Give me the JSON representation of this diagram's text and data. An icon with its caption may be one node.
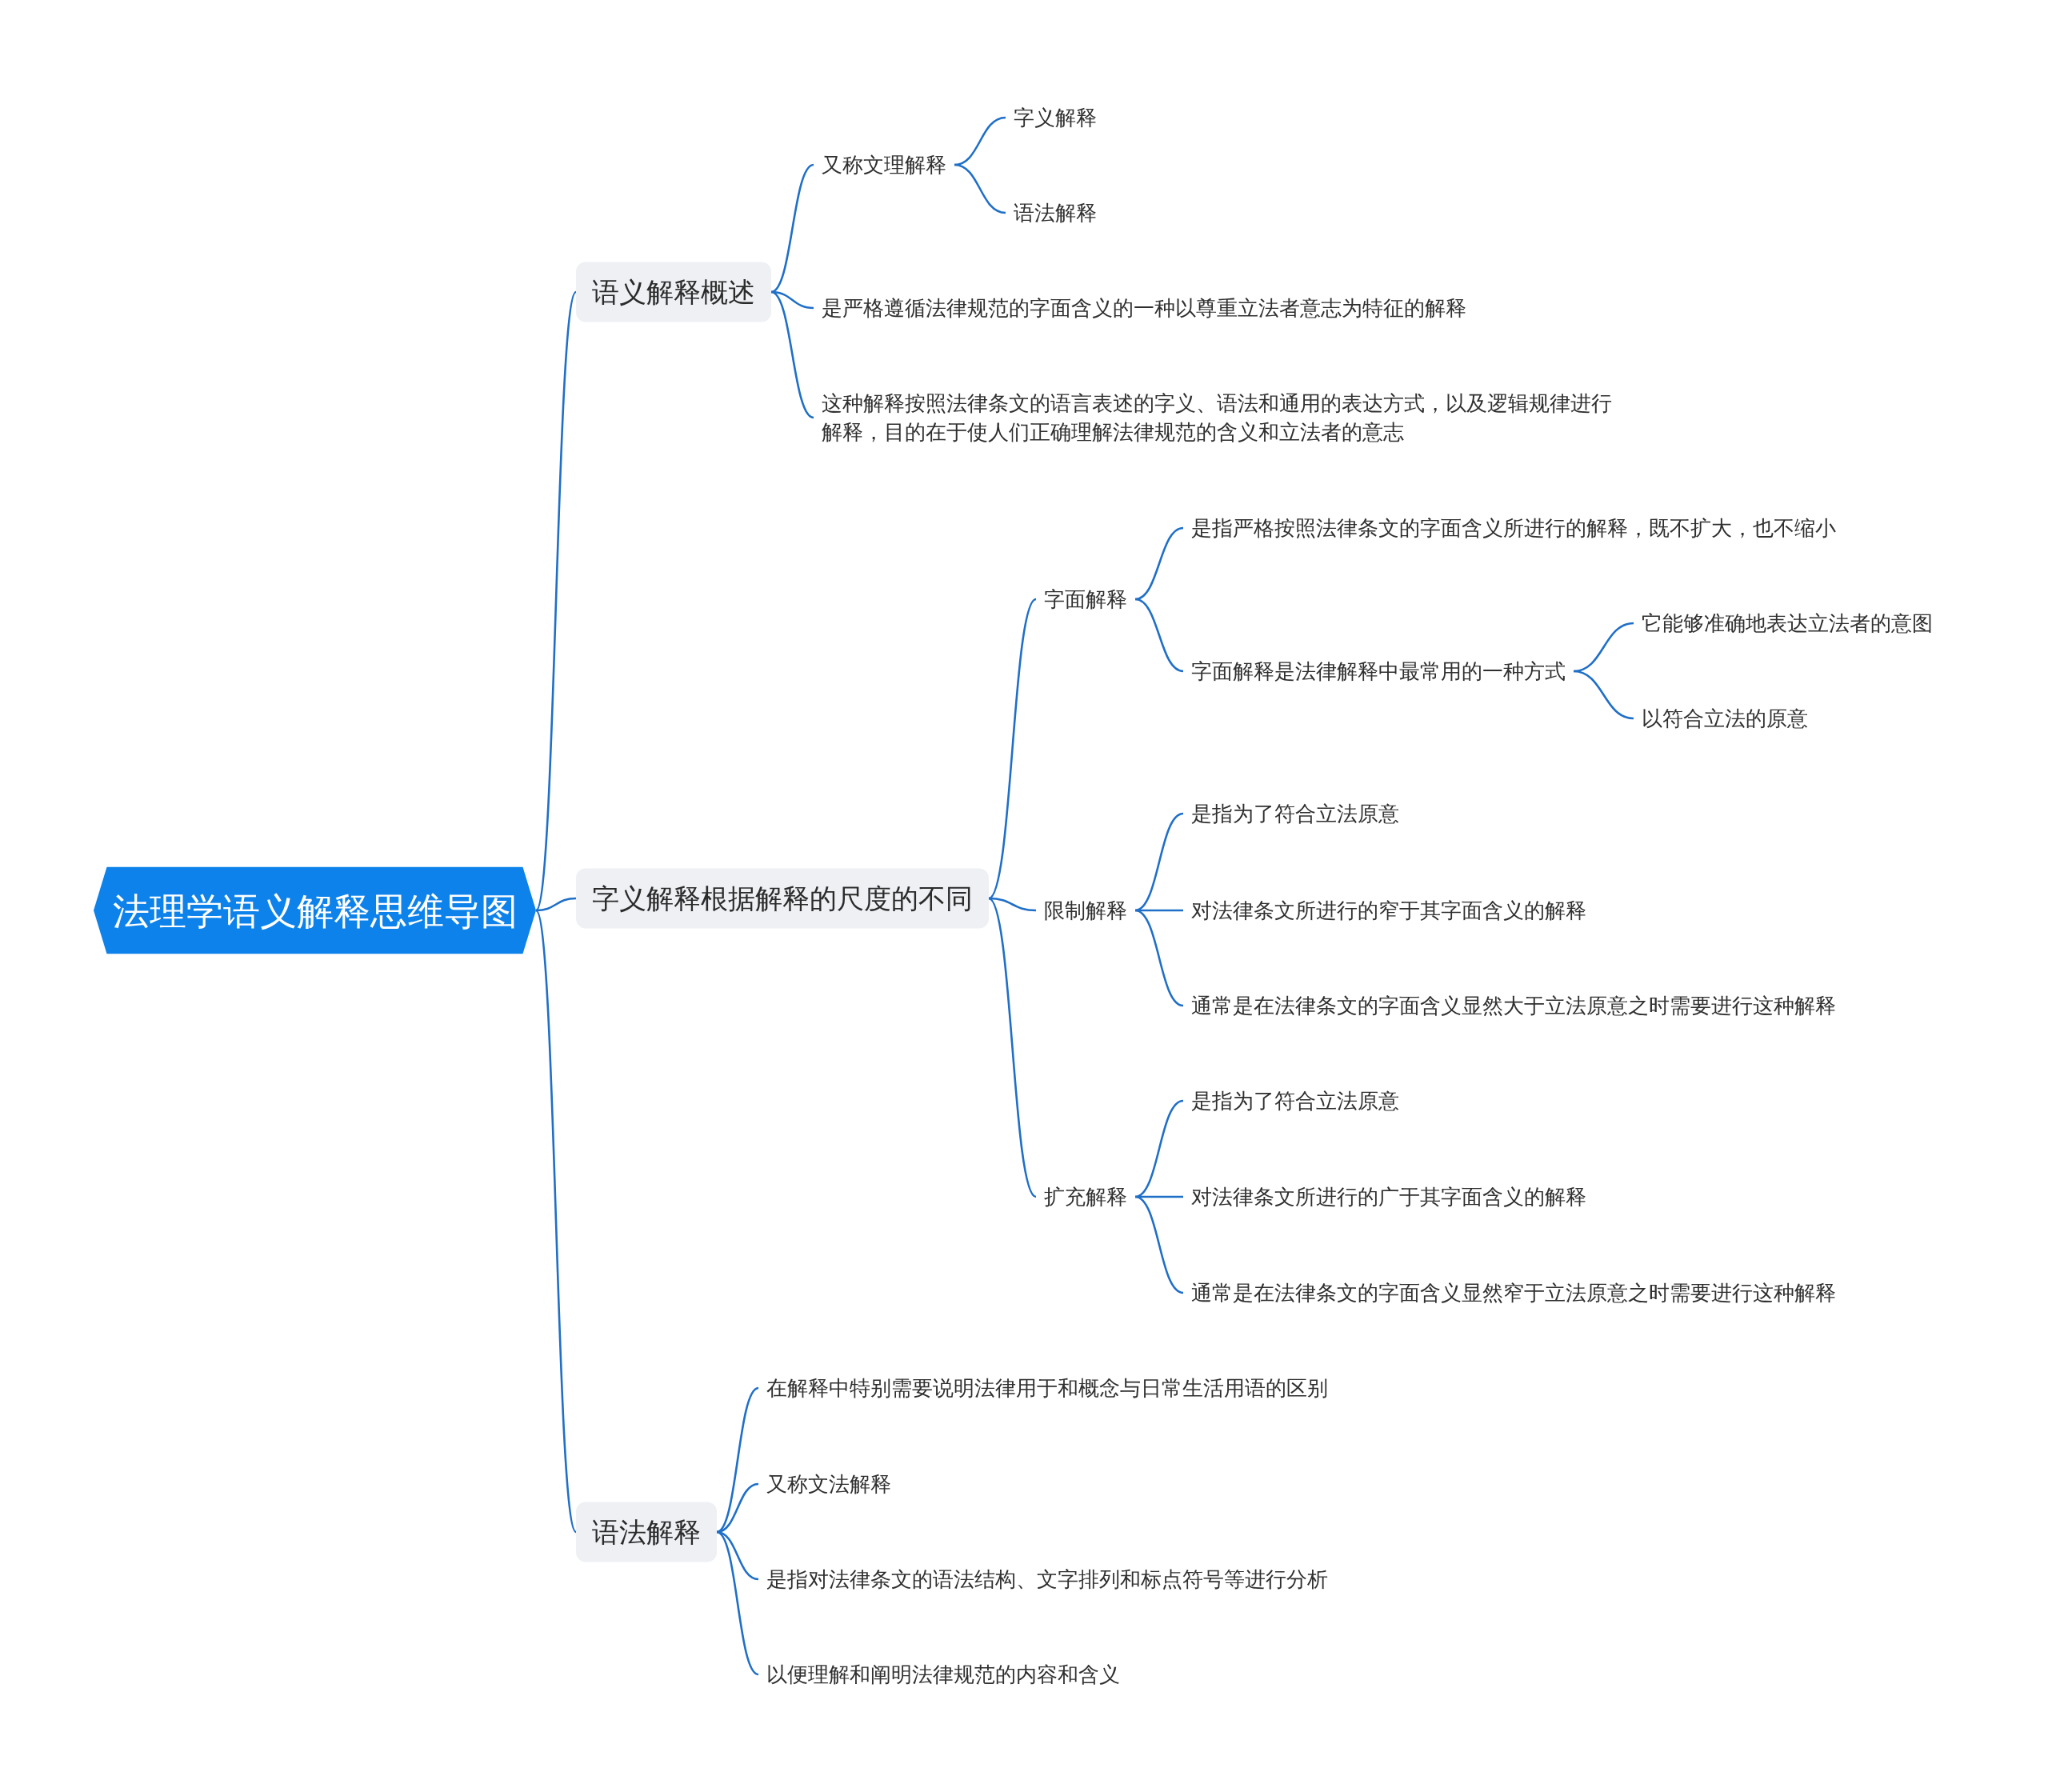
{
  "diagram": {
    "nodes": [
      {
        "text": [
          "法理学语义解释思维导图"
        ]
      },
      {
        "text": [
          "语义解释概述"
        ]
      },
      {
        "text": [
          "又称文理解释"
        ]
      },
      {
        "text": [
          "字义解释"
        ]
      },
      {
        "text": [
          "语法解释"
        ]
      },
      {
        "text": [
          "是严格遵循法律规范的字面含义的一种以尊重立法者意志为特征的解释"
        ]
      },
      {
        "text": [
          "这种解释按照法律条文的语言表述的字义、语法和通用的表达方式，以及逻辑规律进行解释，目的在于使人们正确理解法律规范的含义和立法者的意志"
        ]
      },
      {
        "text": [
          "字义解释根据解释的尺度的不同"
        ]
      },
      {
        "text": [
          "字面解释"
        ]
      },
      {
        "text": [
          "是指严格按照法律条文的字面含义所进行的解释，既不扩大，也不缩小"
        ]
      },
      {
        "text": [
          "字面解释是法律解释中最常用的一种方式"
        ]
      },
      {
        "text": [
          "它能够准确地表达立法者的意图"
        ]
      },
      {
        "text": [
          "以符合立法的原意"
        ]
      },
      {
        "text": [
          "限制解释"
        ]
      },
      {
        "text": [
          "是指为了符合立法原意"
        ]
      },
      {
        "text": [
          "对法律条文所进行的窄于其字面含义的解释"
        ]
      },
      {
        "text": [
          "通常是在法律条文的字面含义显然大于立法原意之时需要进行这种解释"
        ]
      },
      {
        "text": [
          "扩充解释"
        ]
      },
      {
        "text": [
          "是指为了符合立法原意"
        ]
      },
      {
        "text": [
          "对法律条文所进行的广于其字面含义的解释"
        ]
      },
      {
        "text": [
          "通常是在法律条文的字面含义显然窄于立法原意之时需要进行这种解释"
        ]
      },
      {
        "text": [
          "语法解释"
        ]
      },
      {
        "text": [
          "在解释中特别需要说明法律用于和概念与日常生活用语的区别"
        ]
      },
      {
        "text": [
          "又称文法解释"
        ]
      },
      {
        "text": [
          "是指对法律条文的语法结构、文字排列和标点符号等进行分析"
        ]
      },
      {
        "text": [
          "以便理解和阐明法律规范的内容和含义"
        ]
      }
    ],
    "edges": [
      {
        "from": 0,
        "to": 1,
        "arrow": "none"
      },
      {
        "from": 1,
        "to": 2,
        "arrow": "none"
      },
      {
        "from": 2,
        "to": 3,
        "arrow": "none"
      },
      {
        "from": 2,
        "to": 4,
        "arrow": "none"
      },
      {
        "from": 1,
        "to": 5,
        "arrow": "none"
      },
      {
        "from": 1,
        "to": 6,
        "arrow": "none"
      },
      {
        "from": 0,
        "to": 7,
        "arrow": "none"
      },
      {
        "from": 7,
        "to": 8,
        "arrow": "none"
      },
      {
        "from": 8,
        "to": 9,
        "arrow": "none"
      },
      {
        "from": 8,
        "to": 10,
        "arrow": "none"
      },
      {
        "from": 10,
        "to": 11,
        "arrow": "none"
      },
      {
        "from": 10,
        "to": 12,
        "arrow": "none"
      },
      {
        "from": 7,
        "to": 13,
        "arrow": "none"
      },
      {
        "from": 13,
        "to": 14,
        "arrow": "none"
      },
      {
        "from": 13,
        "to": 15,
        "arrow": "none"
      },
      {
        "from": 13,
        "to": 16,
        "arrow": "none"
      },
      {
        "from": 7,
        "to": 17,
        "arrow": "none"
      },
      {
        "from": 17,
        "to": 18,
        "arrow": "none"
      },
      {
        "from": 17,
        "to": 19,
        "arrow": "none"
      },
      {
        "from": 17,
        "to": 20,
        "arrow": "none"
      },
      {
        "from": 0,
        "to": 21,
        "arrow": "none"
      },
      {
        "from": 21,
        "to": 22,
        "arrow": "none"
      },
      {
        "from": 21,
        "to": 23,
        "arrow": "none"
      },
      {
        "from": 21,
        "to": 24,
        "arrow": "none"
      },
      {
        "from": 21,
        "to": 25,
        "arrow": "none"
      }
    ]
  }
}
